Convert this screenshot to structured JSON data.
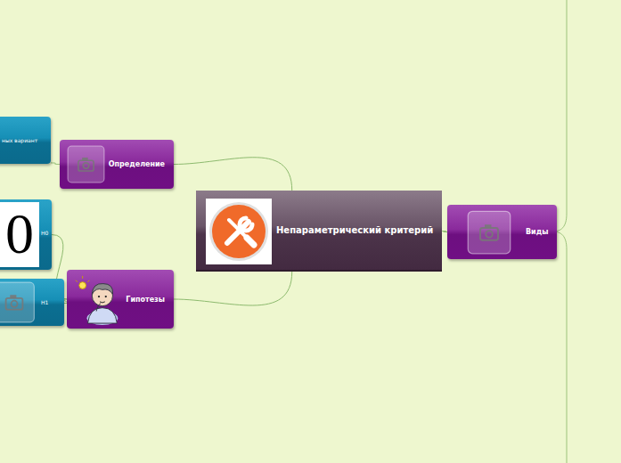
{
  "diagram": {
    "nodes": [
      {
        "text": [
          "Непараметрический критерий"
        ]
      },
      {
        "text": [
          "Определение"
        ]
      },
      {
        "text": [
          "ных вариант"
        ]
      },
      {
        "text": [
          "Гипотезы"
        ]
      },
      {
        "text": [
          "0",
          "H0"
        ]
      },
      {
        "text": [
          "H1"
        ]
      },
      {
        "text": [
          "Виды"
        ]
      }
    ],
    "edges": [
      {
        "from": 0,
        "to": 1,
        "arrow": "none"
      },
      {
        "from": 1,
        "to": 2,
        "arrow": "none"
      },
      {
        "from": 0,
        "to": 3,
        "arrow": "none"
      },
      {
        "from": 3,
        "to": 4,
        "arrow": "none"
      },
      {
        "from": 3,
        "to": 5,
        "arrow": "none"
      },
      {
        "from": 0,
        "to": 6,
        "arrow": "none"
      }
    ]
  }
}
